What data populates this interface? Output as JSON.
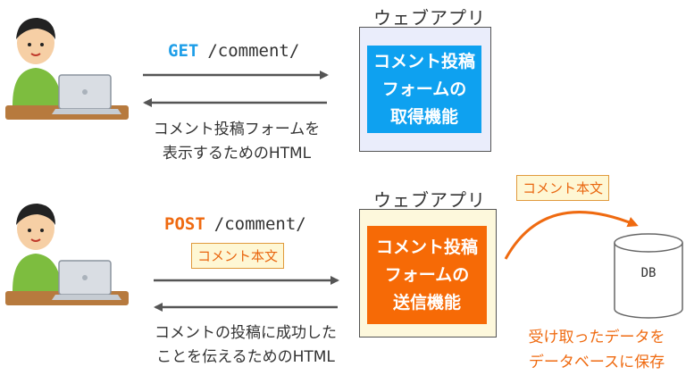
{
  "colors": {
    "get_method": "#1e9ee8",
    "post_method": "#ef6a10",
    "get_box": "#0ea1f0",
    "post_box": "#f66a06",
    "get_frame_bg": "#eaedfb",
    "post_frame_bg": "#fdf8dc",
    "arrow": "#555555",
    "db_arrow": "#ef6a10"
  },
  "icons": {
    "user_top": "person-at-laptop-icon",
    "user_bottom": "person-at-laptop-icon",
    "database": "database-cylinder-icon"
  },
  "top": {
    "app_title": "ウェブアプリ",
    "box_lines": [
      "コメント投稿",
      "フォームの",
      "取得機能"
    ],
    "request_method": "GET",
    "request_path": "/comment/",
    "response_lines": [
      "コメント投稿フォームを",
      "表示するためのHTML"
    ]
  },
  "bottom": {
    "app_title": "ウェブアプリ",
    "box_lines": [
      "コメント投稿",
      "フォームの",
      "送信機能"
    ],
    "request_method": "POST",
    "request_path": "/comment/",
    "request_tag": "コメント本文",
    "response_lines": [
      "コメントの投稿に成功した",
      "ことを伝えるためのHTML"
    ],
    "db_tag": "コメント本文",
    "db_label": "DB",
    "db_note_lines": [
      "受け取ったデータを",
      "データベースに保存"
    ]
  }
}
